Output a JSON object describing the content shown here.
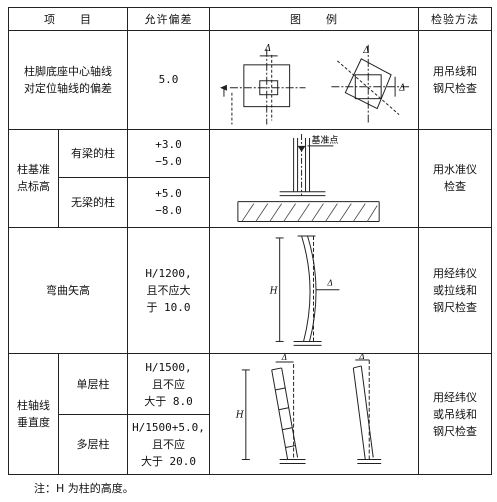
{
  "header": {
    "item": "项　　目",
    "tolerance": "允许偏差",
    "figure": "图　　例",
    "method": "检验方法"
  },
  "rows": {
    "axis_offset": {
      "label": [
        "柱脚底座中心轴线",
        "对定位轴线的偏差"
      ],
      "tolerance": "5.0",
      "method": [
        "用吊线和",
        "钢尺检查"
      ]
    },
    "elevation": {
      "label": [
        "柱基准",
        "点标高"
      ],
      "with_beam": {
        "label": "有梁的柱",
        "tolerance": [
          "+3.0",
          "−5.0"
        ]
      },
      "without_beam": {
        "label": "无梁的柱",
        "tolerance": [
          "+5.0",
          "−8.0"
        ]
      },
      "figure_label": "基准点",
      "method": [
        "用水准仪",
        "检查"
      ]
    },
    "bending": {
      "label": "弯曲矢高",
      "tolerance": [
        "H/1200,",
        "且不应大",
        "于 10.0"
      ],
      "method": [
        "用经纬仪",
        "或拉线和",
        "钢尺检查"
      ]
    },
    "verticality": {
      "label": [
        "柱轴线",
        "垂直度"
      ],
      "single": {
        "label": "单层柱",
        "tolerance": [
          "H/1500,",
          "且不应",
          "大于 8.0"
        ]
      },
      "multi": {
        "label": "多层柱",
        "tolerance": [
          "H/1500+5.0,",
          "且不应",
          "大于 20.0"
        ]
      },
      "method": [
        "用经纬仪",
        "或吊线和",
        "钢尺检查"
      ]
    }
  },
  "figure_symbols": {
    "delta": "Δ",
    "height": "H"
  },
  "note": "注：H 为柱的高度。"
}
